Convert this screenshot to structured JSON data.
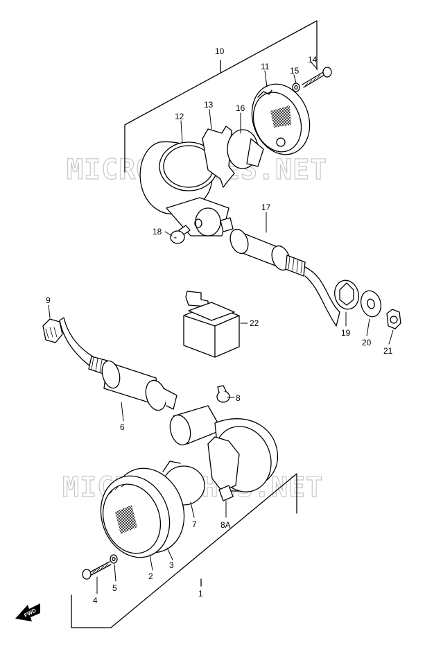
{
  "watermark": "MICROFICHES.NET",
  "fwd_label": "FWD",
  "parts": {
    "p1": "1",
    "p2": "2",
    "p3": "3",
    "p4": "4",
    "p5": "5",
    "p6": "6",
    "p7": "7",
    "p8": "8",
    "p8a": "8A",
    "p9": "9",
    "p10": "10",
    "p11": "11",
    "p12": "12",
    "p13": "13",
    "p14": "14",
    "p15": "15",
    "p16": "16",
    "p17": "17",
    "p18": "18",
    "p19": "19",
    "p20": "20",
    "p21": "21",
    "p22": "22"
  }
}
